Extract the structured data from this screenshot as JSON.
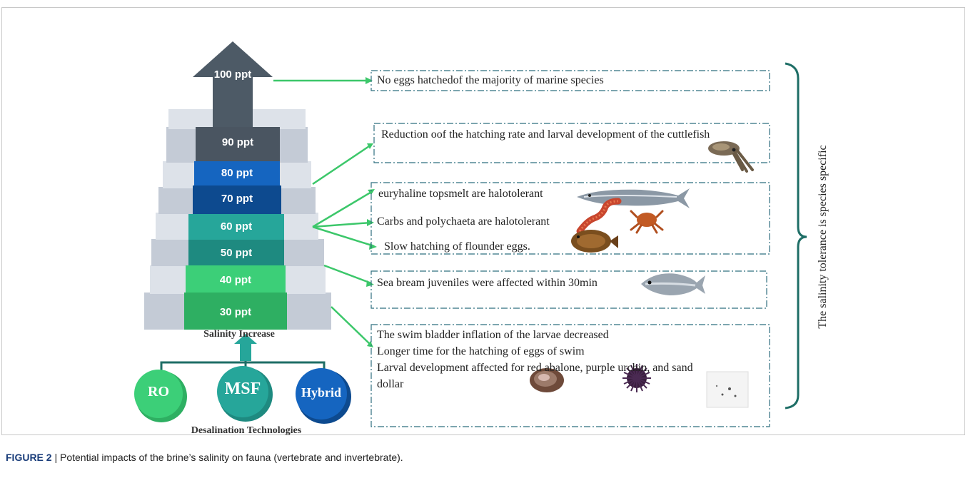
{
  "staircase": {
    "top_label": "100 ppt",
    "steps": [
      "90 ppt",
      "80 ppt",
      "70 ppt",
      "60 ppt",
      "50 ppt",
      "40 ppt",
      "30 ppt"
    ],
    "axis_label": "Salinity Increase"
  },
  "technologies": {
    "items": [
      "RO",
      "MSF",
      "Hybrid"
    ],
    "label": "Desalination Technologies"
  },
  "boxes": {
    "b100": "No eggs hatchedof the majority of marine species",
    "b90": "Reduction oof the hatching rate and larval development of the cuttlefish",
    "b60_1": "euryhaline topsmelt are halotolerant",
    "b60_2": "Carbs and polychaeta are halotolerant",
    "b60_3": "Slow hatching of flounder eggs.",
    "b40": "Sea bream juveniles were affected within 30min",
    "b30_1": "The swim bladder inflation of the larvae decreased",
    "b30_2": "Longer time for the hatching of eggs of swim",
    "b30_3": "Larval development affected for red abalone, purple urchin, and sand",
    "b30_4": "dollar"
  },
  "side_label": "The salinity tolerance is species specific",
  "caption": {
    "figure": "FIGURE 2",
    "separator": " | ",
    "text": "Potential impacts of the brine’s salinity on fauna (vertebrate and invertebrate)."
  },
  "colors": {
    "arrow_top": "#4d5a66",
    "step90": "#4a5561",
    "step80": "#1565c0",
    "step70": "#0d4a8f",
    "step60": "#26a69a",
    "step50": "#1e8a80",
    "step40": "#3ccf78",
    "step30": "#2eaf62",
    "stair_grey": "#c4cbd6",
    "stair_grey_light": "#dde2e9",
    "connector": "#3cc76a",
    "box_border": "#2f6f7f",
    "bracket": "#1e6e66",
    "ro": "#3ccf78",
    "msf": "#26a69a",
    "hybrid": "#1565c0"
  },
  "icons": [
    "cuttlefish-icon",
    "sturgeon-fish-icon",
    "polychaete-worm-icon",
    "crab-icon",
    "flounder-icon",
    "sea-bream-icon",
    "abalone-icon",
    "sea-urchin-icon",
    "sand-dollar-icon"
  ]
}
